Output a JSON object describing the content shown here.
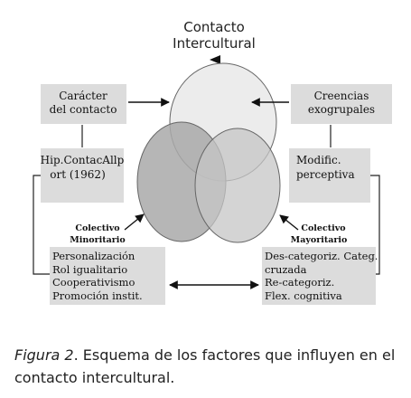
{
  "title": {
    "line1": "Contacto",
    "line2": "Intercultural"
  },
  "boxes": {
    "caracter": {
      "line1": "Carácter",
      "line2": "del contacto"
    },
    "creencias": {
      "line1": "Creencias",
      "line2": "exogrupales"
    },
    "hipotesis": {
      "line1": "Hip.ContacAllp",
      "line2": "ort (1962)"
    },
    "modificacion": {
      "line1": "Modific.",
      "line2": "perceptiva"
    },
    "minoritario": {
      "lines": [
        "Personalización",
        "Rol igualitario",
        "Cooperativismo",
        "Promoción instit."
      ]
    },
    "mayoritario": {
      "lines": [
        "Des-categoriz. Categ.",
        "cruzada",
        "Re-categoriz.",
        "Flex. cognitiva"
      ]
    }
  },
  "labels": {
    "minoritario": {
      "line1": "Colectivo",
      "line2": "Minoritario"
    },
    "mayoritario": {
      "line1": "Colectivo",
      "line2": "Mayoritario"
    }
  },
  "caption": {
    "figure": "Figura 2",
    "text": ". Esquema de los factores que influyen en el contacto intercultural."
  },
  "colors": {
    "box_fill": "#dcdcdc",
    "circle_top": "#ececec",
    "circle_left": "#a9a9a9",
    "circle_right": "#c6c6c6",
    "stroke": "#555555"
  }
}
